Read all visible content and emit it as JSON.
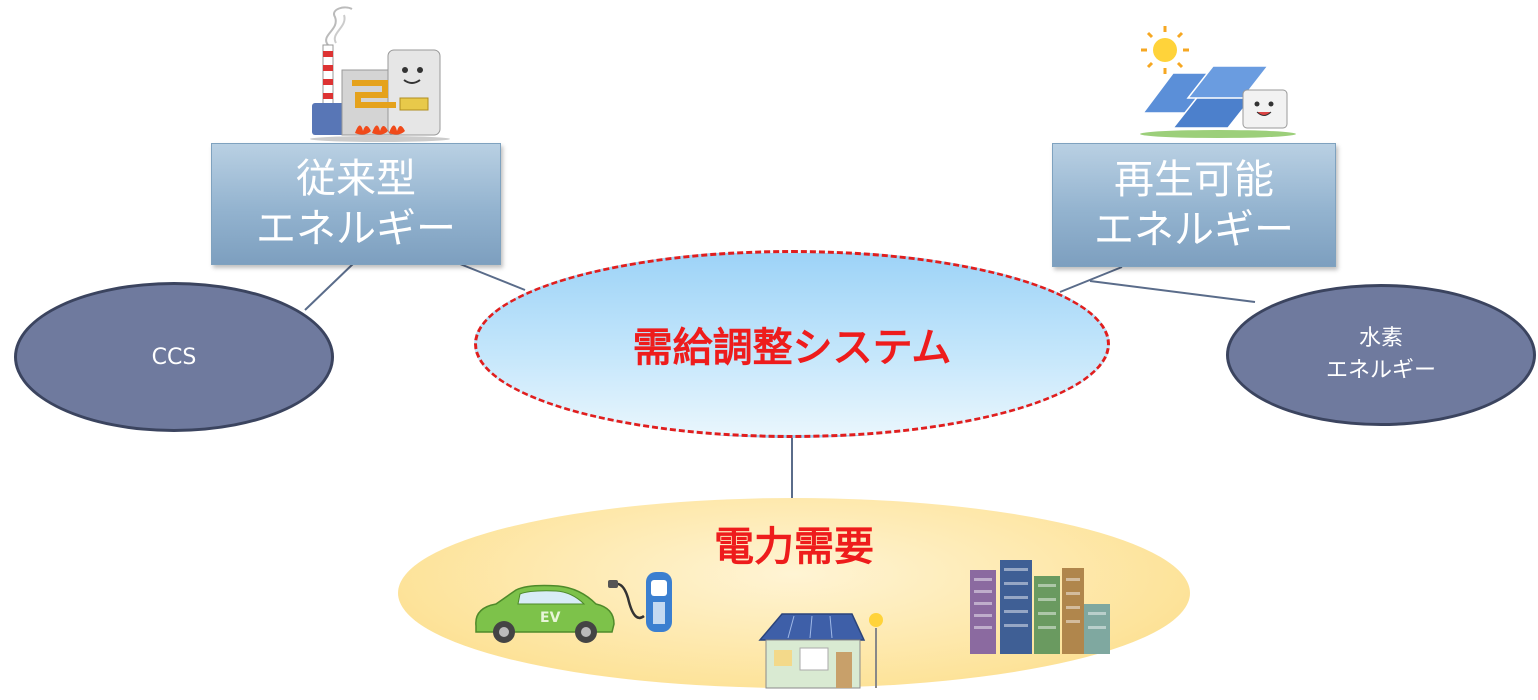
{
  "nodes": {
    "conventional": {
      "line1": "従来型",
      "line2": "エネルギー"
    },
    "renewable": {
      "line1": "再生可能",
      "line2": "エネルギー"
    },
    "ccs": {
      "label": "CCS"
    },
    "hydrogen": {
      "line1": "水素",
      "line2": "エネルギー"
    },
    "center": {
      "label": "需給調整システム"
    },
    "demand": {
      "label": "電力需要"
    }
  },
  "illustrations": {
    "ev_badge": "EV"
  },
  "colors": {
    "accent_red": "#ee1c1c",
    "box_blue": "#93b3cf",
    "oval_slate": "#6f7a9e",
    "center_sky": "#c4e6fb",
    "demand_yellow": "#fde39a"
  },
  "icons": [
    "factory-icon",
    "solar-plant-icon",
    "electric-car-icon",
    "charger-icon",
    "solar-house-icon",
    "buildings-icon"
  ]
}
